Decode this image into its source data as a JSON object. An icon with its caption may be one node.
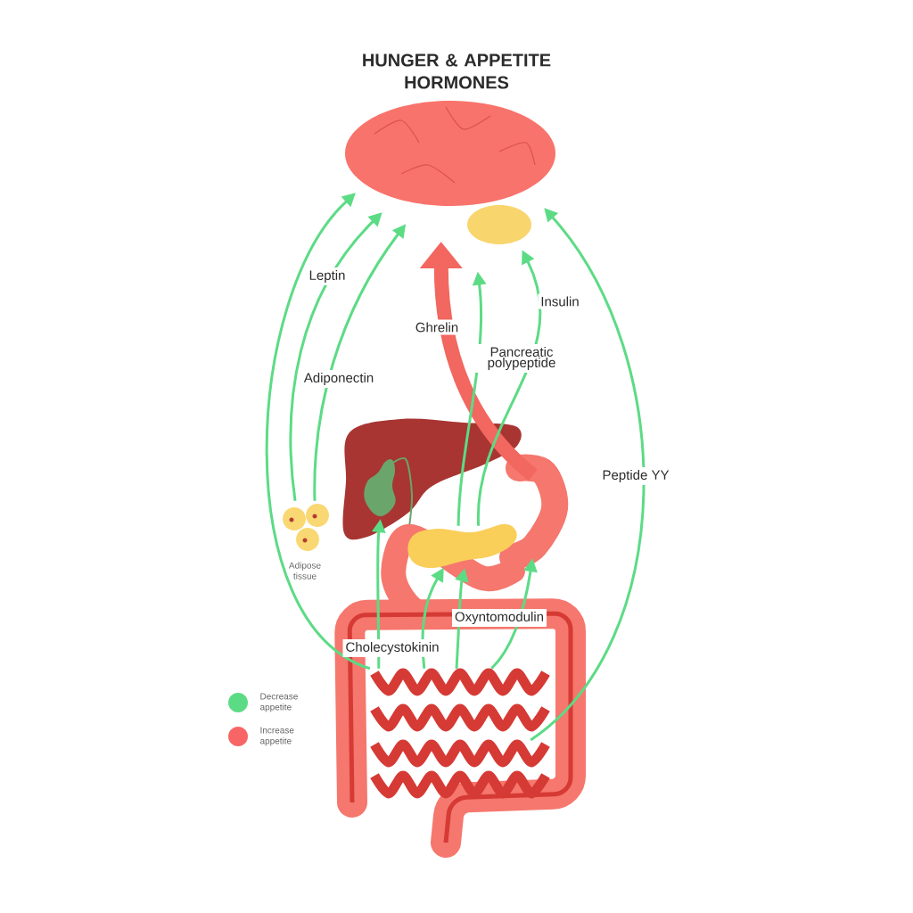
{
  "diagram": {
    "title": "HUNGER & APPETITE HORMONES",
    "nodes": [
      {
        "text": [],
        "shape": "picture"
      },
      {
        "text": [],
        "shape": "picture",
        "beside": [
          "Adipose tissue"
        ]
      },
      {
        "text": [],
        "shape": "picture"
      },
      {
        "text": [],
        "shape": "picture"
      },
      {
        "text": [],
        "shape": "picture"
      },
      {
        "text": [],
        "shape": "picture"
      }
    ],
    "edges": [
      {
        "from": 3,
        "to": 0,
        "arrow": "to"
      },
      {
        "from": 1,
        "to": 0,
        "arrow": "to",
        "label": "Leptin"
      },
      {
        "from": 1,
        "to": 0,
        "arrow": "to",
        "label": "Adiponectin"
      },
      {
        "from": 2,
        "to": 0,
        "arrow": "to",
        "label": "Ghrelin",
        "style": "thick",
        "color": "#f2675f"
      },
      {
        "from": 5,
        "to": 0,
        "arrow": "to",
        "label": "Pancreatic polypeptide"
      },
      {
        "from": 5,
        "to": 0,
        "arrow": "to",
        "label": "Insulin"
      },
      {
        "from": 3,
        "to": 0,
        "arrow": "to",
        "label": "Peptide YY"
      },
      {
        "from": 3,
        "to": 4,
        "arrow": "to",
        "label": "Cholecystokinin"
      },
      {
        "from": 3,
        "to": 5,
        "arrow": "to"
      },
      {
        "from": 3,
        "to": 5,
        "arrow": "to",
        "label": "Oxyntomodulin"
      },
      {
        "from": 3,
        "to": 2,
        "arrow": "to"
      }
    ],
    "legend": [
      {
        "text": "Decrease appetite",
        "color": "#5cdb85"
      },
      {
        "text": "Increase appetite",
        "color": "#f76566"
      }
    ]
  }
}
